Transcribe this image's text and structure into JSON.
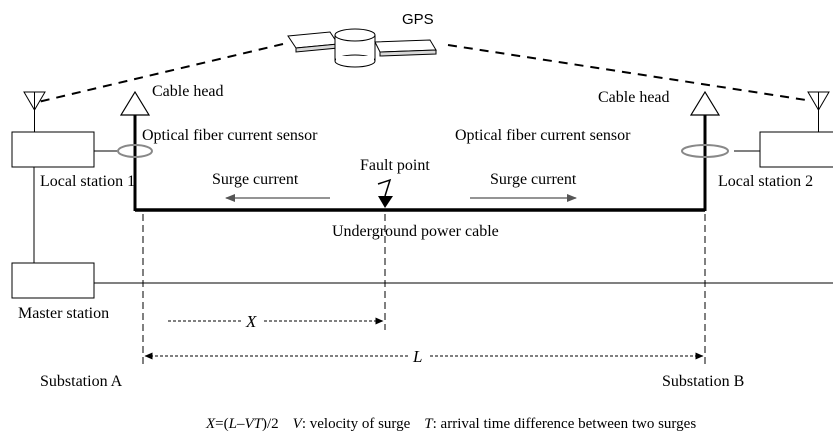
{
  "labels": {
    "gps": "GPS",
    "cable_head_left": "Cable head",
    "cable_head_right": "Cable head",
    "sensor_left": "Optical fiber current sensor",
    "sensor_right": "Optical fiber current sensor",
    "local_station_1": "Local station 1",
    "local_station_2": "Local station 2",
    "fault_point": "Fault point",
    "surge_left": "Surge current",
    "surge_right": "Surge current",
    "cable": "Underground power cable",
    "master_station": "Master station",
    "x_distance": "X",
    "l_distance": "L",
    "substation_a": "Substation A",
    "substation_b": "Substation B"
  },
  "formula": {
    "lhs": "X",
    "eq": "=(",
    "l": "L",
    "dash": "–",
    "vt": "VT",
    "half": ")/2",
    "v_sym": "V",
    "v_desc": ": velocity of surge",
    "t_sym": "T",
    "t_desc": ": arrival time difference between two surges"
  }
}
